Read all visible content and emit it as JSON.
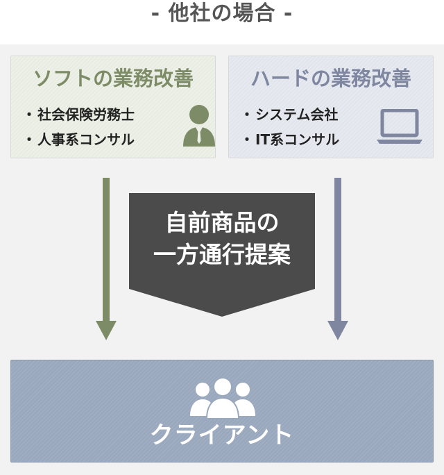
{
  "header": {
    "title": "- 他社の場合 -"
  },
  "soft_card": {
    "title": "ソフトの業務改善",
    "items": [
      "社会保険労務士",
      "人事系コンサル"
    ],
    "icon": "person-icon",
    "color": "#7d8c67"
  },
  "hard_card": {
    "title": "ハードの業務改善",
    "items": [
      "システム会社",
      "IT系コンサル"
    ],
    "icon": "laptop-icon",
    "color": "#7f86a0"
  },
  "center": {
    "line1": "自前商品の",
    "line2": "一方通行提案",
    "color": "#4b4b4b"
  },
  "client": {
    "label": "クライアント",
    "icon": "group-icon",
    "color": "#9aa8bd"
  },
  "bullet": "・"
}
